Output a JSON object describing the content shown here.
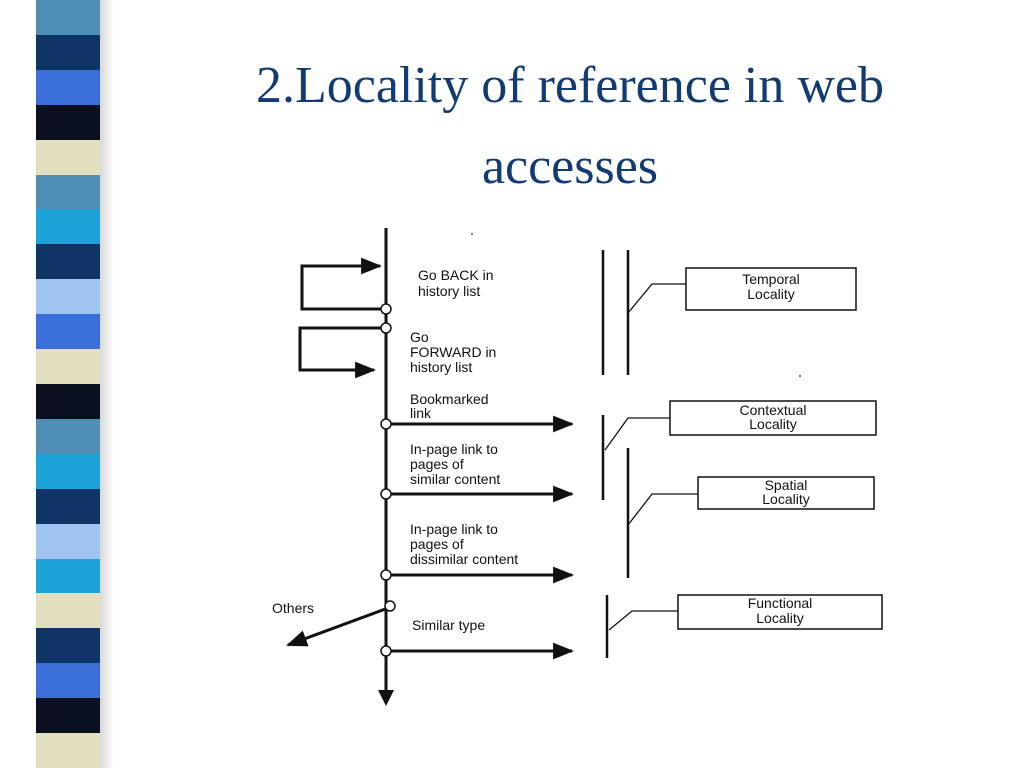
{
  "slide": {
    "title_line1": "2.Locality of reference in web",
    "title_line2": "accesses",
    "stripe_colors": [
      "#4f8fb5",
      "#0e3565",
      "#3a6fd8",
      "#0a1020",
      "#e3e0c0",
      "#4f8fb5",
      "#1ea3d8",
      "#0e3565",
      "#9ec4f0",
      "#3a6fd8",
      "#e3e0c0",
      "#0a1020",
      "#4f8fb5",
      "#1ea3d8",
      "#0e3565",
      "#9ec4f0",
      "#1ea3d8",
      "#e3e0c0",
      "#0e3565",
      "#3a6fd8",
      "#0a1020",
      "#e3e0c0"
    ]
  },
  "diagram": {
    "actions": [
      {
        "lines": [
          "Go BACK in",
          "history list"
        ]
      },
      {
        "lines": [
          "Go",
          "FORWARD in",
          "history list"
        ]
      },
      {
        "lines": [
          "Bookmarked",
          "link"
        ]
      },
      {
        "lines": [
          "In-page link to",
          "pages of",
          "similar content"
        ]
      },
      {
        "lines": [
          "In-page link to",
          "pages of",
          "dissimilar content"
        ]
      },
      {
        "lines": [
          "Similar type"
        ]
      }
    ],
    "others_label": "Others",
    "localities": [
      {
        "lines": [
          "Temporal",
          "Locality"
        ]
      },
      {
        "lines": [
          "Contextual",
          "Locality"
        ]
      },
      {
        "lines": [
          "Spatial",
          "Locality"
        ]
      },
      {
        "lines": [
          "Functional",
          "Locality"
        ]
      }
    ]
  }
}
